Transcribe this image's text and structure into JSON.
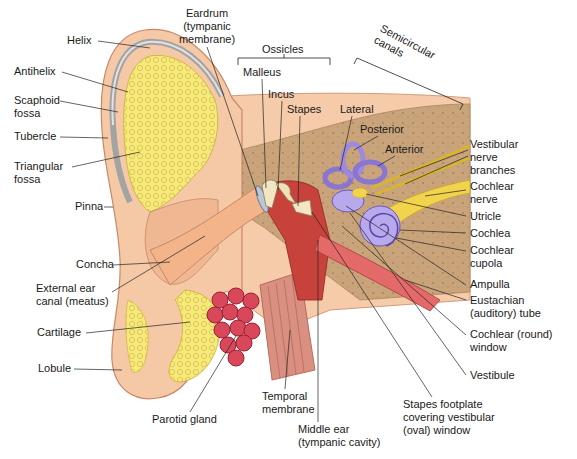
{
  "diagram": {
    "labels": [
      "Helix",
      "Eardrum (tympanic membrane)",
      "Ossicles",
      "Malleus",
      "Incus",
      "Semicircular canals",
      "Lateral",
      "Posterior",
      "Antihelix",
      "Scaphoid fossa",
      "Stapes",
      "Anterior",
      "Vestibular nerve branches",
      "Tubercle",
      "Triangular fossa",
      "Cochlear nerve",
      "Utricle",
      "Pinna",
      "Cochlea",
      "Cochlear cupola",
      "Concha",
      "Ampulla",
      "External ear canal (meatus)",
      "Eustachian (auditory) tube",
      "Cartilage",
      "Cochlear (round) window",
      "Lobule",
      "Vestibule",
      "Parotid gland",
      "Temporal membrane",
      "Middle ear (tympanic cavity)",
      "Stapes footplate covering vestibular (oval) window"
    ]
  }
}
